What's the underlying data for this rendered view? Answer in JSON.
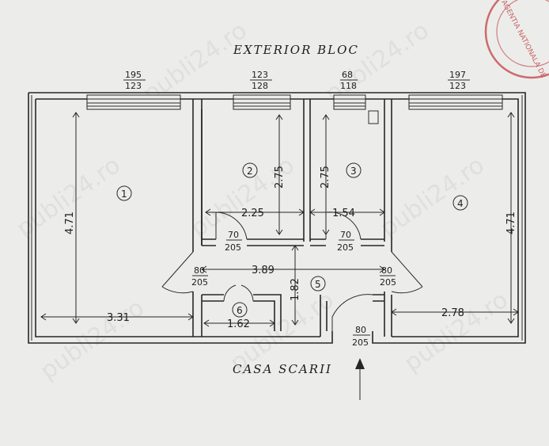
{
  "labels": {
    "top": "EXTERIOR BLOC",
    "bottom": "CASA SCARII"
  },
  "windows": [
    {
      "w": "195",
      "h": "123"
    },
    {
      "w": "123",
      "h": "128"
    },
    {
      "w": "68",
      "h": "118"
    },
    {
      "w": "197",
      "h": "123"
    }
  ],
  "doors": [
    {
      "w": "70",
      "h": "205"
    },
    {
      "w": "70",
      "h": "205"
    },
    {
      "w": "80",
      "h": "205"
    },
    {
      "w": "80",
      "h": "205"
    },
    {
      "w": "80",
      "h": "205"
    }
  ],
  "rooms": [
    "1",
    "2",
    "3",
    "4",
    "5",
    "6"
  ],
  "dimensions": {
    "room1_height": "4.71",
    "room1_width": "3.31",
    "room2_height": "2.75",
    "room2_width": "2.25",
    "room3_height": "2.75",
    "room3_width": "1.54",
    "room4_height": "4.71",
    "room4_width": "2.78",
    "hall_width": "3.89",
    "hall_height": "1.82",
    "room6_width": "1.62"
  },
  "watermark": "publi24.ro",
  "stamp": "AGENTIA NATIONALA DE"
}
